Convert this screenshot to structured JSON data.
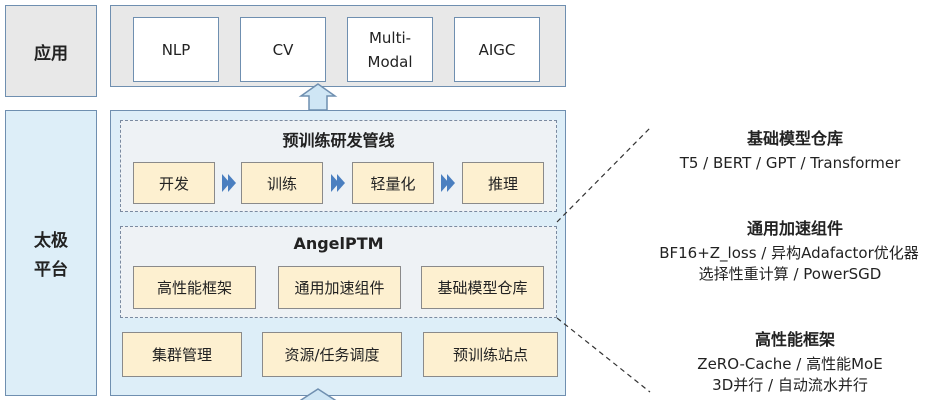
{
  "left_labels": {
    "application": "应用",
    "platform_line1": "太极",
    "platform_line2": "平台"
  },
  "applications": [
    "NLP",
    "CV",
    "Multi-\nModal",
    "AIGC"
  ],
  "pipeline": {
    "title": "预训练研发管线",
    "steps": [
      "开发",
      "训练",
      "轻量化",
      "推理"
    ]
  },
  "angelptm": {
    "title": "AngelPTM",
    "modules": [
      "高性能框架",
      "通用加速组件",
      "基础模型仓库"
    ]
  },
  "infrastructure": [
    "集群管理",
    "资源/任务调度",
    "预训练站点"
  ],
  "details": [
    {
      "title": "基础模型仓库",
      "lines": [
        "T5 / BERT / GPT / Transformer"
      ]
    },
    {
      "title": "通用加速组件",
      "lines": [
        "BF16+Z_loss / 异构Adafactor优化器",
        "选择性重计算 / PowerSGD"
      ]
    },
    {
      "title": "高性能框架",
      "lines": [
        "ZeRO-Cache / 高性能MoE",
        "3D并行 / 自动流水并行"
      ]
    }
  ],
  "colors": {
    "border": "#6f8fb0",
    "cream": "#fdf0d0",
    "light_blue": "#ddeef8",
    "gray": "#e8e8e8",
    "arrow_blue": "#4a7fc0",
    "up_arrow_fill": "#cfe6f5"
  }
}
